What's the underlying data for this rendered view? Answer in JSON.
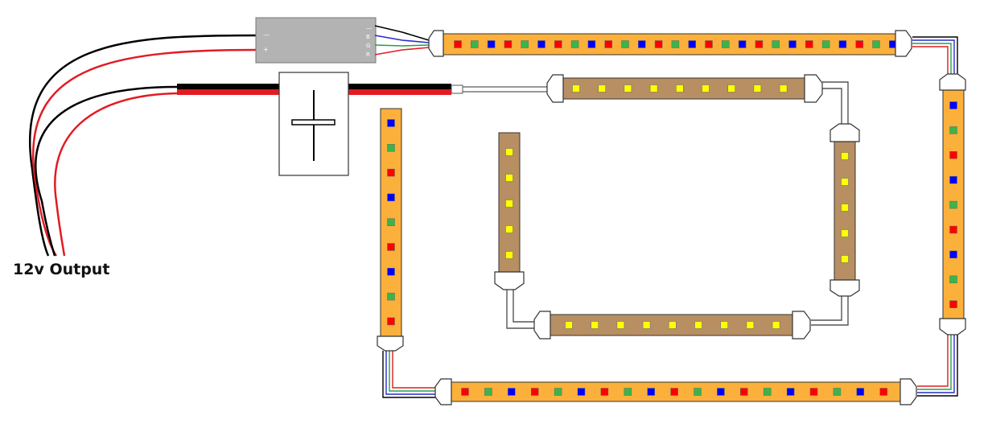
{
  "output_label": "12v Output",
  "controller": {
    "pin_labels": [
      "—",
      "+",
      "—",
      "B",
      "G",
      "R"
    ]
  },
  "colors": {
    "rgb_strip": "#fbb03b",
    "white_strip": "#b78f63",
    "led_red": "#ff0000",
    "led_green": "#39b54a",
    "led_blue": "#0000ff",
    "led_warm": "#ffff00",
    "wire_red": "#e21b23",
    "wire_black": "#000000",
    "wire_green": "#22a14a",
    "wire_blue": "#2a2ac8",
    "controller_body": "#b3b3b3"
  },
  "strips": {
    "rgb_top": {
      "type": "rgb",
      "led_pattern": [
        "red",
        "green",
        "blue"
      ],
      "led_count": 27
    },
    "rgb_right": {
      "type": "rgb",
      "led_pattern": [
        "blue",
        "green",
        "red"
      ],
      "led_count": 9
    },
    "rgb_bottom": {
      "type": "rgb",
      "led_pattern": [
        "red",
        "green",
        "blue"
      ],
      "led_count": 19
    },
    "rgb_left": {
      "type": "rgb",
      "led_pattern": [
        "blue",
        "green",
        "red"
      ],
      "led_count": 9
    },
    "white_top": {
      "type": "white",
      "led_count": 9
    },
    "white_right": {
      "type": "white",
      "led_count": 5
    },
    "white_inner": {
      "type": "white",
      "led_count": 5
    },
    "white_bottom": {
      "type": "white",
      "led_count": 9
    }
  }
}
